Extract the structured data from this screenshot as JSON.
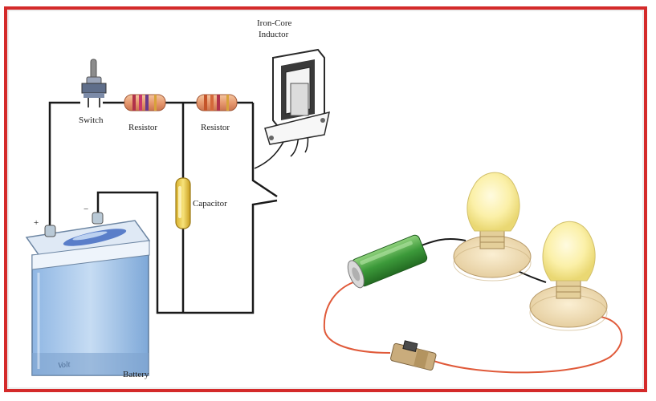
{
  "labels": {
    "inductor_line1": "Iron-Core",
    "inductor_line2": "Inductor",
    "switch": "Switch",
    "resistor_1": "Resistor",
    "resistor_2": "Resistor",
    "capacitor": "Capacitor",
    "battery": "Battery",
    "terminal_plus": "+",
    "terminal_minus": "−",
    "battery_brand": "Volt"
  },
  "colors": {
    "frame_border": "#d42a2a",
    "wire": "#1a1a1a",
    "red_wire": "#e05a3a",
    "battery_body": "#a9c8ea",
    "bulb_glass": "#fbf3b8",
    "cell_green": "#3c9a3a",
    "capacitor": "#e9c948",
    "base_wood": "#f1e0bb"
  }
}
